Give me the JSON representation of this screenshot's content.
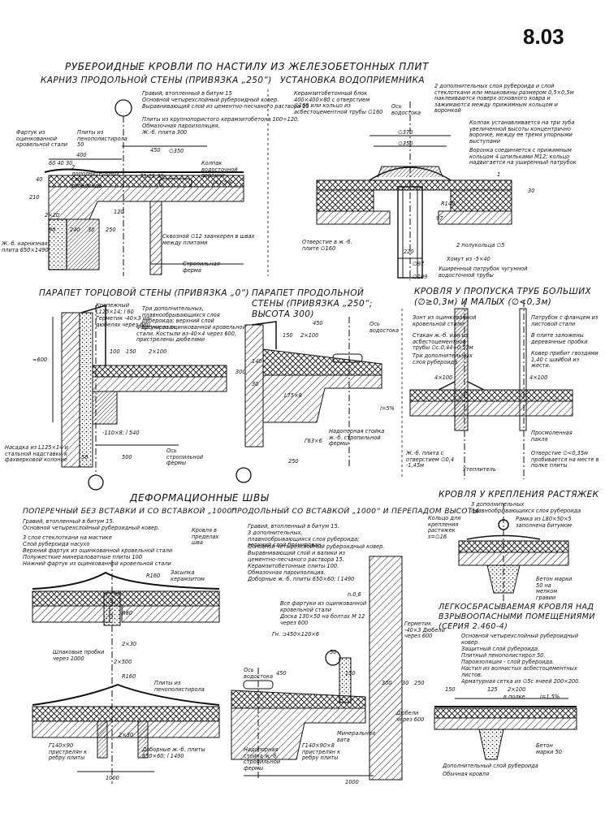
{
  "page_number": "8.03",
  "main_title": "РУБЕРОИДНЫЕ КРОВЛИ ПО НАСТИЛУ ИЗ ЖЕЛЕЗОБЕТОННЫХ ПЛИТ",
  "sections": {
    "karniz": {
      "title": "КАРНИЗ ПРОДОЛЬНОЙ СТЕНЫ (ПРИВЯЗКА „250“)",
      "notes": [
        "Гравий, втопленный в битум 15",
        "Основной четырехслойный рубероидный ковер.",
        "Выравнивающий слой из цементно-песчаного раствора 15",
        "Плиты из крупнопористого керамзитобетона 100÷120.",
        "Обмазочная пароизоляция.",
        "Ж.-б. плита 300"
      ],
      "labels": {
        "fartuk": "Фартук из оцинкованной кровельной стали",
        "plity": "Плиты из пенополистирола 50",
        "dop_sloi": "2 дополнительных слоя рубероида",
        "kolpak": "Колпак водосточной воронки",
        "sqozn": "Сквозной ∅12 заанкерен в швах между плитами",
        "zhb_plita": "Ж.-б. карнизная плита 850×1490",
        "stropil": "Стропильная ферма",
        "i_slope": "i=1,5%"
      },
      "dims": [
        "400",
        "450",
        "60 40 30",
        "∅350",
        "75 25 30",
        "40",
        "210",
        "2×20",
        "90",
        "240",
        "30",
        "250",
        "120"
      ]
    },
    "vodopriemnik": {
      "title": "УСТАНОВКА ВОДОПРИЕМНИКА",
      "labels": {
        "block": "Керамзитобетонный блок 400×400×80 с отверстием ∅160 или кольцо из асбестоцементной трубы ∅160",
        "os": "Ось водостока",
        "dop": "2 дополнительных слоя рубероида и слой стеклоткани или мешковины размером 0,5×0,5м наклеиваются поверх основного ковра и зажимаются между прижимным кольцом и воронкой",
        "kolpak": "Колпак устанавливается на три зуба увеличенной высоты концентрично воронке, между ее тремя упорными выступами",
        "voronka": "Воронка соединяется с прижимным кольцом 4 шпильками М12; кольцо надвигается на уширенный патрубок",
        "otv": "Отверстие в ж.-б. плите ∅160",
        "polukolca": "2 полукольца ∅5",
        "homut": "Хомут из -5×40",
        "patrubok": "Уширенный патрубок чугунной водосточной трубы"
      },
      "dims": [
        "∅370",
        "∅350",
        "∅97",
        "∅109",
        "220",
        "97",
        "R140",
        "30",
        "1"
      ]
    },
    "parapet_torc": {
      "title": "ПАРАПЕТ ТОРЦОВОЙ СТЕНЫ (ПРИВЯЗКА „0“)",
      "labels": {
        "kreplen": "Крепежный L125×14; l 60",
        "germetik": "Герметик -40×3 на дюбелях через 600",
        "tri_sloi": "Три дополнительных, плавнообрывающихся слоя рубероида; верхний слой бронирован",
        "fartuki": "Фартуки из оцинкованной кровельной стали. Костыли из-40×4 через 600, пристрелены дюбелями",
        "nasadka": "Насадка из L125×14 и стальной надставки к фахверковой колонне",
        "os": "Ось стропильной фермы"
      },
      "dims": [
        "≈600",
        "100",
        "150",
        "2×100",
        "-110×8; l 540",
        "50",
        "500"
      ]
    },
    "parapet_prodol": {
      "title": "ПАРАПЕТ ПРОДОЛЬНОЙ СТЕНЫ (ПРИВЯЗКА „250“; ВЫСОТА 300)",
      "labels": {
        "os": "Ось водостока",
        "nadopor": "Надопорная стойка ж.-б. стропильной фермы",
        "l75": "L75×8",
        "g63": "Г63×6",
        "i5": "i=5%"
      },
      "dims": [
        "450",
        "150",
        "2×100",
        "300",
        "30",
        "140",
        "250"
      ]
    },
    "propusk": {
      "title": "КРОВЛЯ У ПРОПУСКА ТРУБ БОЛЬШИХ (∅≥0,3м) И МАЛЫХ (∅<0,3м)",
      "labels": {
        "zont": "Зонт из оцинкованной кровельной стали",
        "stakan": "Стакан ж.-б. или из асбестоцементной трубы ∅с.0,44÷0,53м",
        "tri": "Три дополнительных слоя рубероида",
        "patrubok": "Патрубок с фланцем из листовой стали",
        "probki": "В плите заложены деревянные пробки",
        "kover": "Ковер прибит гвоздями 1,40 с шайбой из жести.",
        "paklya": "Просмоленная пакля",
        "plita": "Ж.-б. плита с отверстием ∅0,4 -1,45м",
        "uteplitel": "Утеплитель",
        "otverstie": "Отверстие ∅<0,35м пробивается на месте в полке плиты"
      },
      "dims": [
        "4×100",
        "4×100"
      ]
    },
    "deform": {
      "title": "ДЕФОРМАЦИОННЫЕ ШВЫ",
      "poper_title": "ПОПЕРЕЧНЫЙ БЕЗ ВСТАВКИ И СО ВСТАВКОЙ „1000“",
      "poper_notes": [
        "Гравий, втопленный в битум 15.",
        "Основной четырехслойный рубероидный ковер.",
        "3 слоя стеклоткани на мастике",
        "Слой рубероида насухо",
        "Верхний фартук из оцинкованной кровельной стали",
        "Полужесткие минераловатные плиты 100",
        "Нижний фартук из оцинкованной кровельной стали"
      ],
      "poper_labels": {
        "krovlya": "Кровля в пределах шва",
        "zasypka": "Засыпка керамзитом",
        "shlak": "Шлаковые пробки через 1000",
        "plity": "Плиты из пенополистирола",
        "g140": "Г140×90 пристрелян к ребру плиты",
        "dobor": "Доборные ж.-б. плиты 650×60; l 1490"
      },
      "poper_dims": [
        "R160",
        "R80",
        "2×500",
        "2×30",
        "1000",
        "R160",
        "2×30"
      ],
      "prodol_title": "ПРОДОЛЬНЫЙ СО ВСТАВКОЙ „1000“ И ПЕРЕПАДОМ ВЫСОТЫ",
      "prodol_notes": [
        "Гравий, втопленный в битум 15.",
        "3 дополнительных, плавнообрывающихся слоя рубероида; верхний слой бронирован.",
        "Основной четырехслойный рубероидный ковер.",
        "Выравнивающий слой и валики из цементно-песчаного раствора 15.",
        "Керамзитобетонные плиты 100.",
        "Обмазочная пароизоляция.",
        "Доборные ж.-б. плиты 650×60; l 1490"
      ],
      "prodol_labels": {
        "fartuki": "Все фартуки из оцинкованной кровельной стали",
        "doska": "Доска 130×50 на болтах М 12 через 600",
        "gn": "Гн. ⊐450×120×6",
        "germetik": "Герметик -40×3 Дюбели через 600",
        "os": "Ось водостока",
        "nadopor": "Надопорная стойка ж.-б. стропильной фермы",
        "g140": "Г140×90×8 пристрелян к ребру плиты",
        "min_vata": "Минеральная вата",
        "dubeli": "Дюбели через 600"
      },
      "prodol_dims": [
        "n.0,6",
        "450",
        "150",
        "50",
        "300",
        "30",
        "250",
        "1000"
      ]
    },
    "rastyazhki": {
      "title": "КРОВЛЯ У КРЕПЛЕНИЯ РАСТЯЖЕК",
      "labels": {
        "kolco": "Кольцо для крепления растяжек s=∅16",
        "tri": "3 дополнительных плавнообрывающихся слоя рубероида",
        "ramka": "Рамка из L80×50×5 заполнена битумом",
        "beton": "Бетон марки 50 на мелком гравии"
      }
    },
    "legkosbr": {
      "title": "ЛЕГКОСБРАСЫВАЕМАЯ КРОВЛЯ НАД ВЗРЫВООПАСНЫМИ ПОМЕЩЕНИЯМИ (СЕРИЯ 2.460-4)",
      "notes": [
        "Основной четырехслойный рубероидный ковер.",
        "Защитный слой рубероида.",
        "Плитный пенополистирол 50.",
        "Пароизоляция - слой рубероида.",
        "Настил из волнистых асбестоцементных листов.",
        "Арматурная сетка из ∅5с ячеей 200×200."
      ],
      "labels": {
        "v_polke": "в полке",
        "dop_sloi": "Дополнительный слой рубероида",
        "obych": "Обычная кровля",
        "beton": "Бетон марки 50",
        "i_slope": "i=1,5%"
      },
      "dims": [
        "150",
        "125",
        "2×100"
      ]
    }
  }
}
